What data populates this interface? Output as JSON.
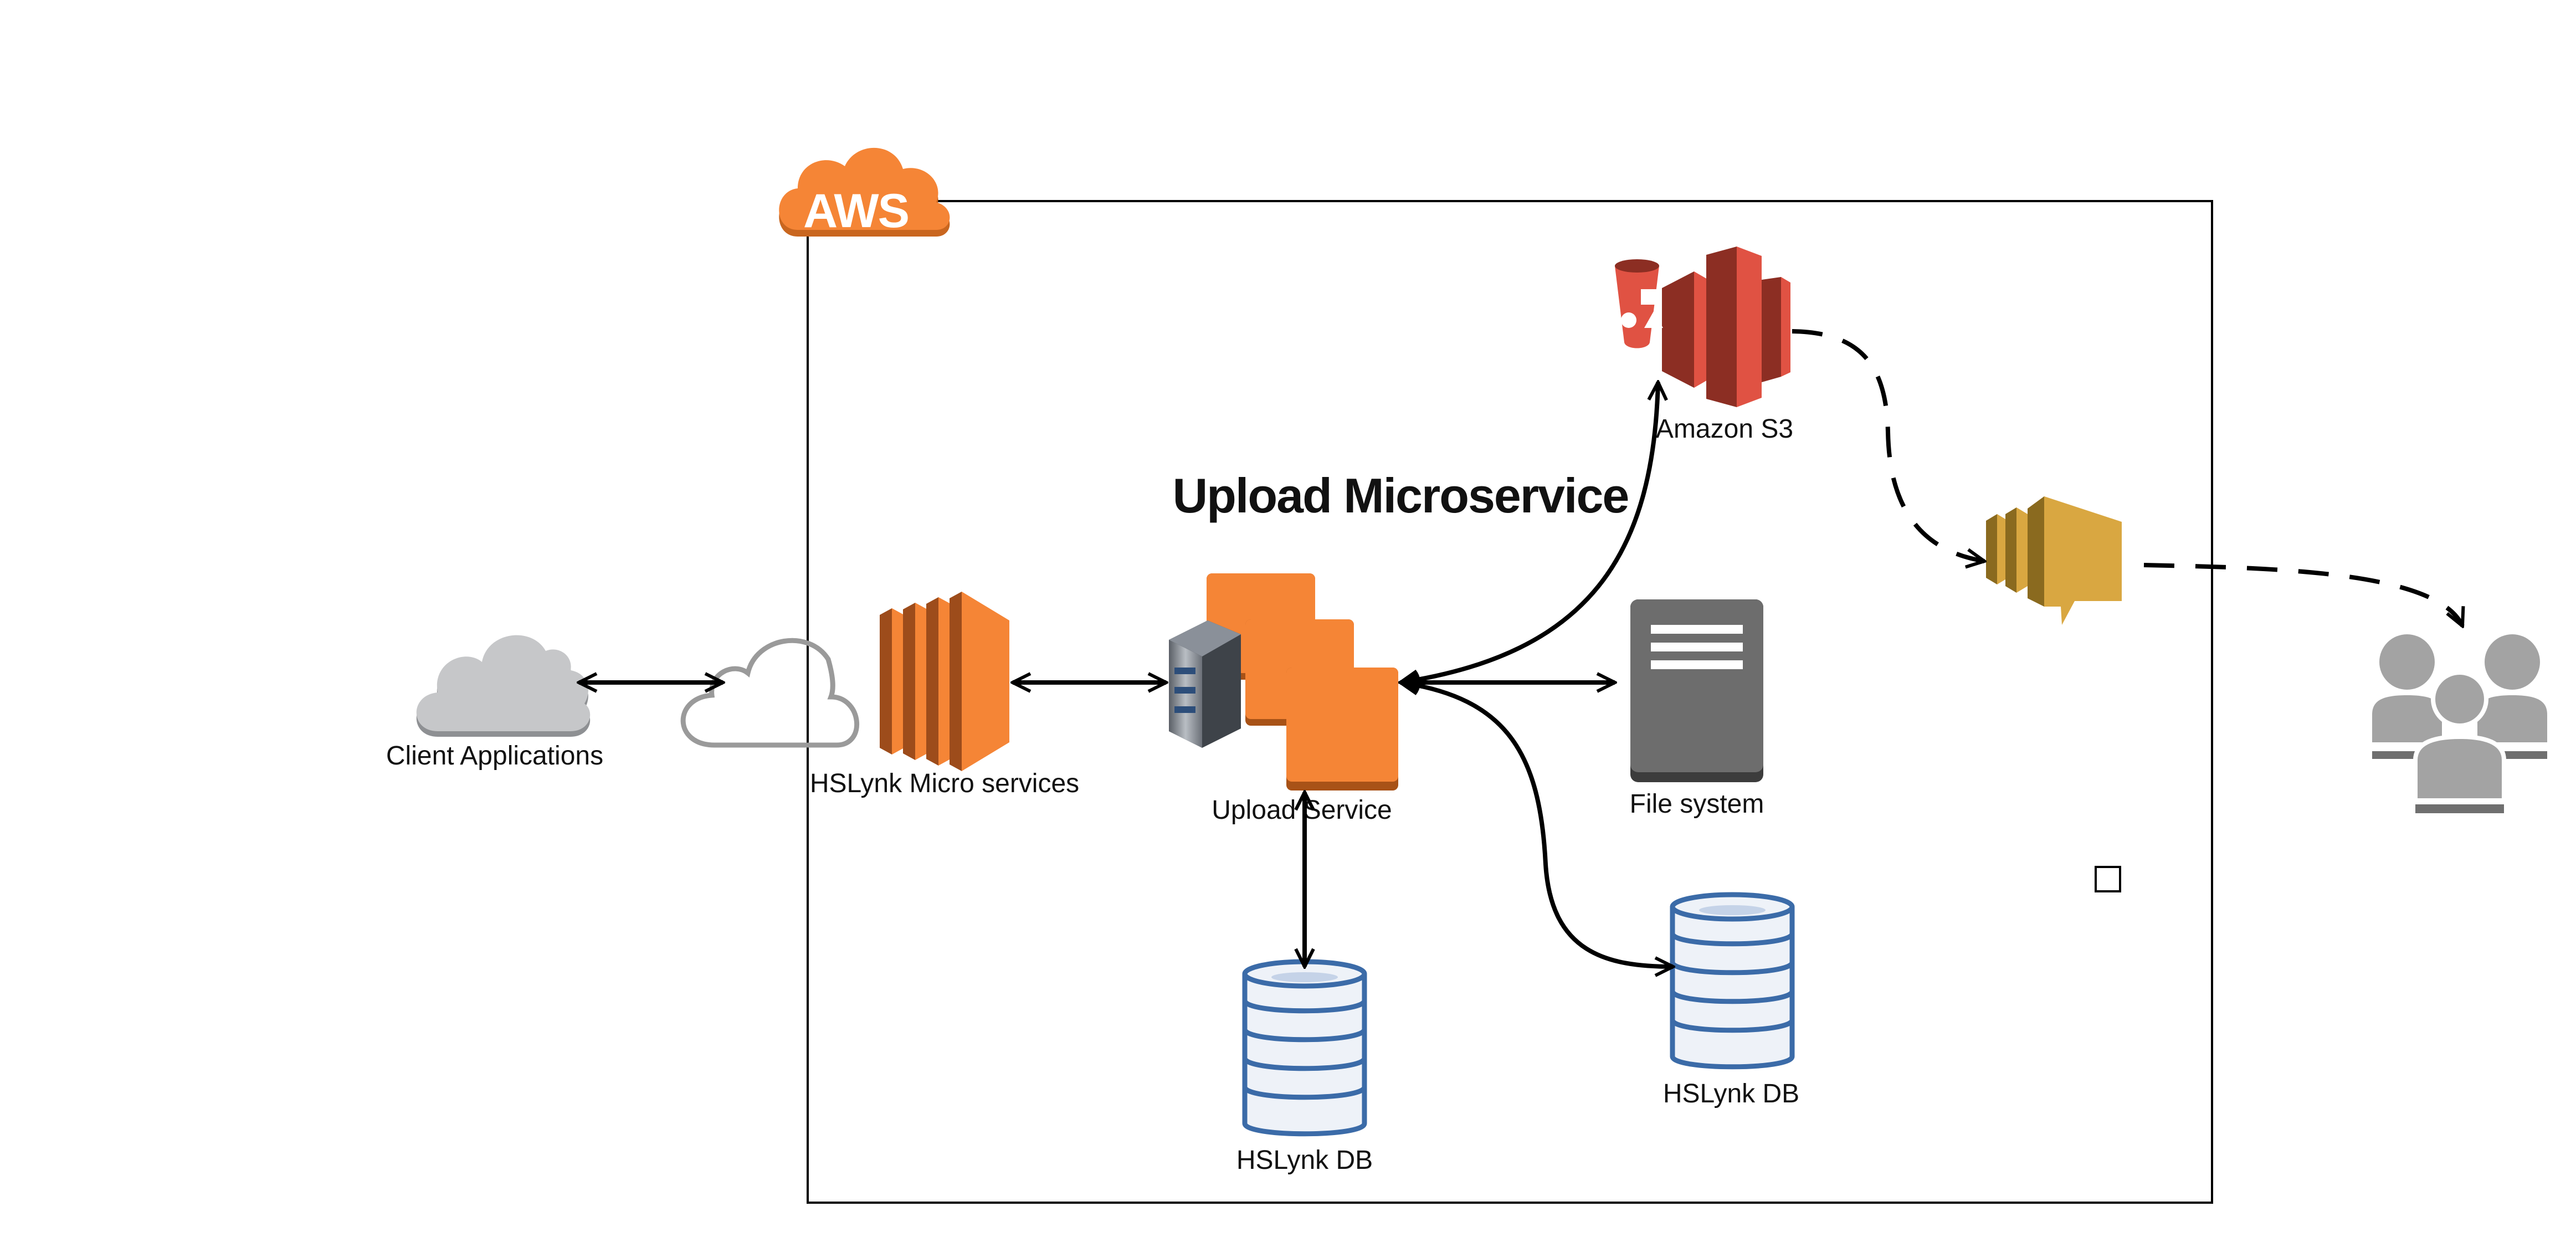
{
  "diagram": {
    "title": "Upload Microservice",
    "aws_badge": "AWS",
    "nodes": {
      "client_applications": "Client Applications",
      "hslynk_micro_services": "HSLynk Micro services",
      "upload_service": "Upload Service",
      "amazon_s3": "Amazon S3",
      "file_system": "File system",
      "hslynk_db_bottom": "HSLynk DB",
      "hslynk_db_right": "HSLynk DB"
    },
    "icons": [
      "cloud-icon",
      "internet-cloud-icon",
      "ec2-instances-icon",
      "server-stack-icon",
      "s3-bucket-icon",
      "file-system-icon",
      "database-icon",
      "sns-notification-icon",
      "users-group-icon"
    ],
    "colors": {
      "aws_orange": "#F58536",
      "s3_red": "#E05243",
      "db_blue": "#3B6BA8",
      "sns_gold": "#D9A741",
      "users_gray": "#9B9B9B",
      "file_gray": "#6D6D6D"
    }
  }
}
